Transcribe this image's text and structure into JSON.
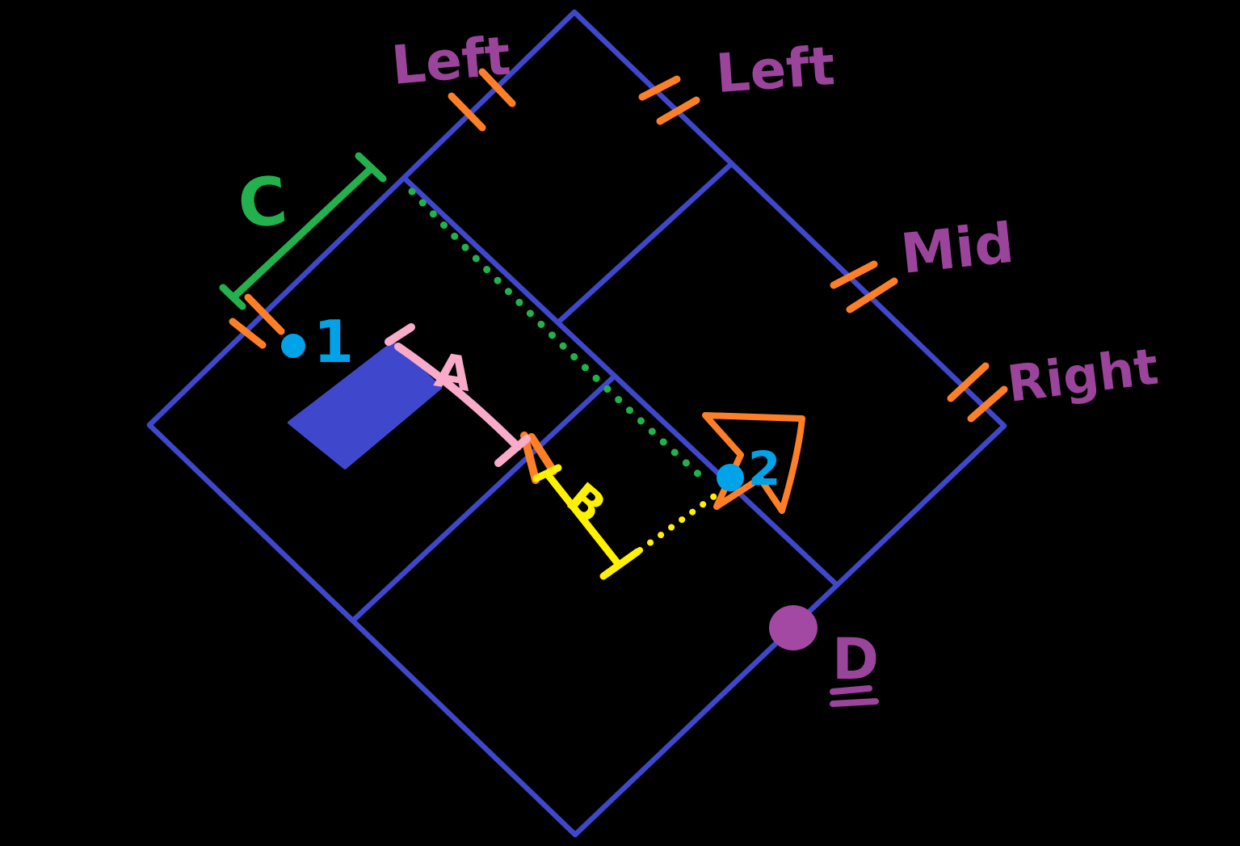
{
  "figure": {
    "description": "Hand-drawn marker sketch on black background: a blue diamond (rotated square) subdivided by interior blue segments, with orange congruence tick pairs, colored measurement brackets, dotted guide lines, two cyan numbered points, a purple point D, a blue shaded parallelogram and an orange arrow pointer."
  },
  "labels": {
    "edge_left_upper": "Left",
    "edge_left_upper_right": "Left",
    "edge_mid": "Mid",
    "edge_right": "Right",
    "measure_c": "C",
    "measure_a": "A",
    "measure_b": "B",
    "point_1": "1",
    "point_2": "2",
    "point_d": "D"
  },
  "colors": {
    "background": "#000000",
    "line_blue": "#3f48cc",
    "shade_blue": "#3f48cc",
    "cyan": "#00a2e8",
    "purple_text": "#9b449b",
    "purple_dot": "#a349a4",
    "green": "#22b14c",
    "yellow": "#fff200",
    "orange": "#ff7f27",
    "pink": "#f9abc9"
  }
}
